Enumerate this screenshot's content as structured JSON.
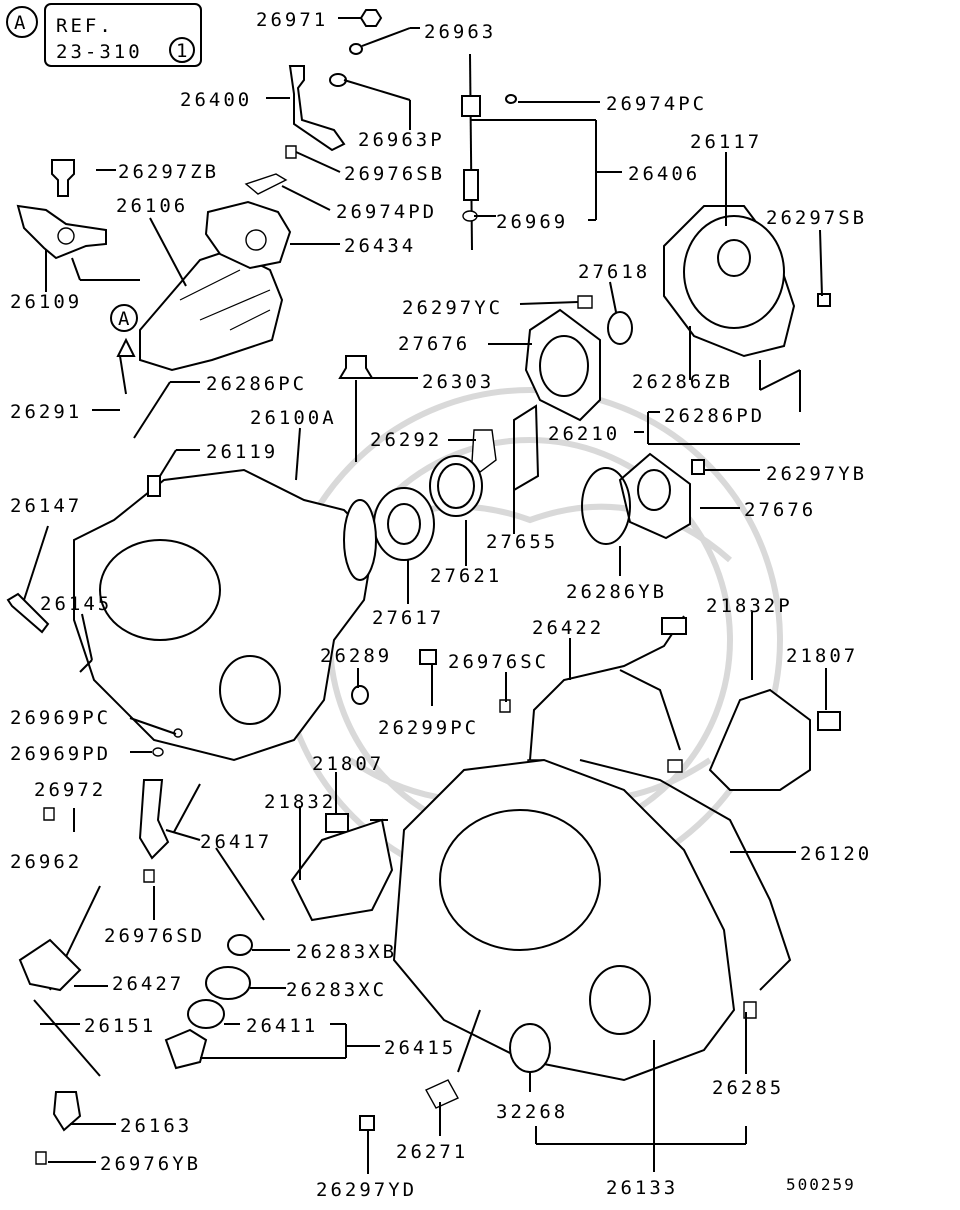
{
  "ref_box": {
    "marker": "A",
    "line1": "REF.",
    "line2": "23-310",
    "circled": "1"
  },
  "callout_marker": "A",
  "diagram_id": "500259",
  "labels": {
    "p26971": "26971",
    "p26963": "26963",
    "p26400": "26400",
    "p26974PC": "26974PC",
    "p26963P": "26963P",
    "p26297ZB": "26297ZB",
    "p26976SB": "26976SB",
    "p26406": "26406",
    "p26117": "26117",
    "p26106": "26106",
    "p26974PD": "26974PD",
    "p26969_top": "26969",
    "p26297SB": "26297SB",
    "p26434": "26434",
    "p27618": "27618",
    "p26109": "26109",
    "p26297YC": "26297YC",
    "p27676_top": "27676",
    "p26286ZB": "26286ZB",
    "p26303": "26303",
    "p26291": "26291",
    "p26286PC": "26286PC",
    "p26286PD": "26286PD",
    "p26100A": "26100A",
    "p26292": "26292",
    "p26210": "26210",
    "p26119": "26119",
    "p26297YB": "26297YB",
    "p27676_bot": "27676",
    "p26147": "26147",
    "p27655": "27655",
    "p27621": "27621",
    "p26286YB": "26286YB",
    "p27617": "27617",
    "p26145": "26145",
    "p21832P": "21832P",
    "p26422": "26422",
    "p26289": "26289",
    "p26976SC": "26976SC",
    "p21807_right": "21807",
    "p26299PC": "26299PC",
    "p26969PC": "26969PC",
    "p26969PD": "26969PD",
    "p21807_mid": "21807",
    "p26972": "26972",
    "p21832": "21832",
    "p26417": "26417",
    "p26120": "26120",
    "p26962": "26962",
    "p26976SD": "26976SD",
    "p26283XB": "26283XB",
    "p26427": "26427",
    "p26283XC": "26283XC",
    "p26151": "26151",
    "p26411": "26411",
    "p26415": "26415",
    "p26285": "26285",
    "p32268": "32268",
    "p26163": "26163",
    "p26271": "26271",
    "p26976YB": "26976YB",
    "p26133": "26133",
    "p26297YD": "26297YD"
  }
}
